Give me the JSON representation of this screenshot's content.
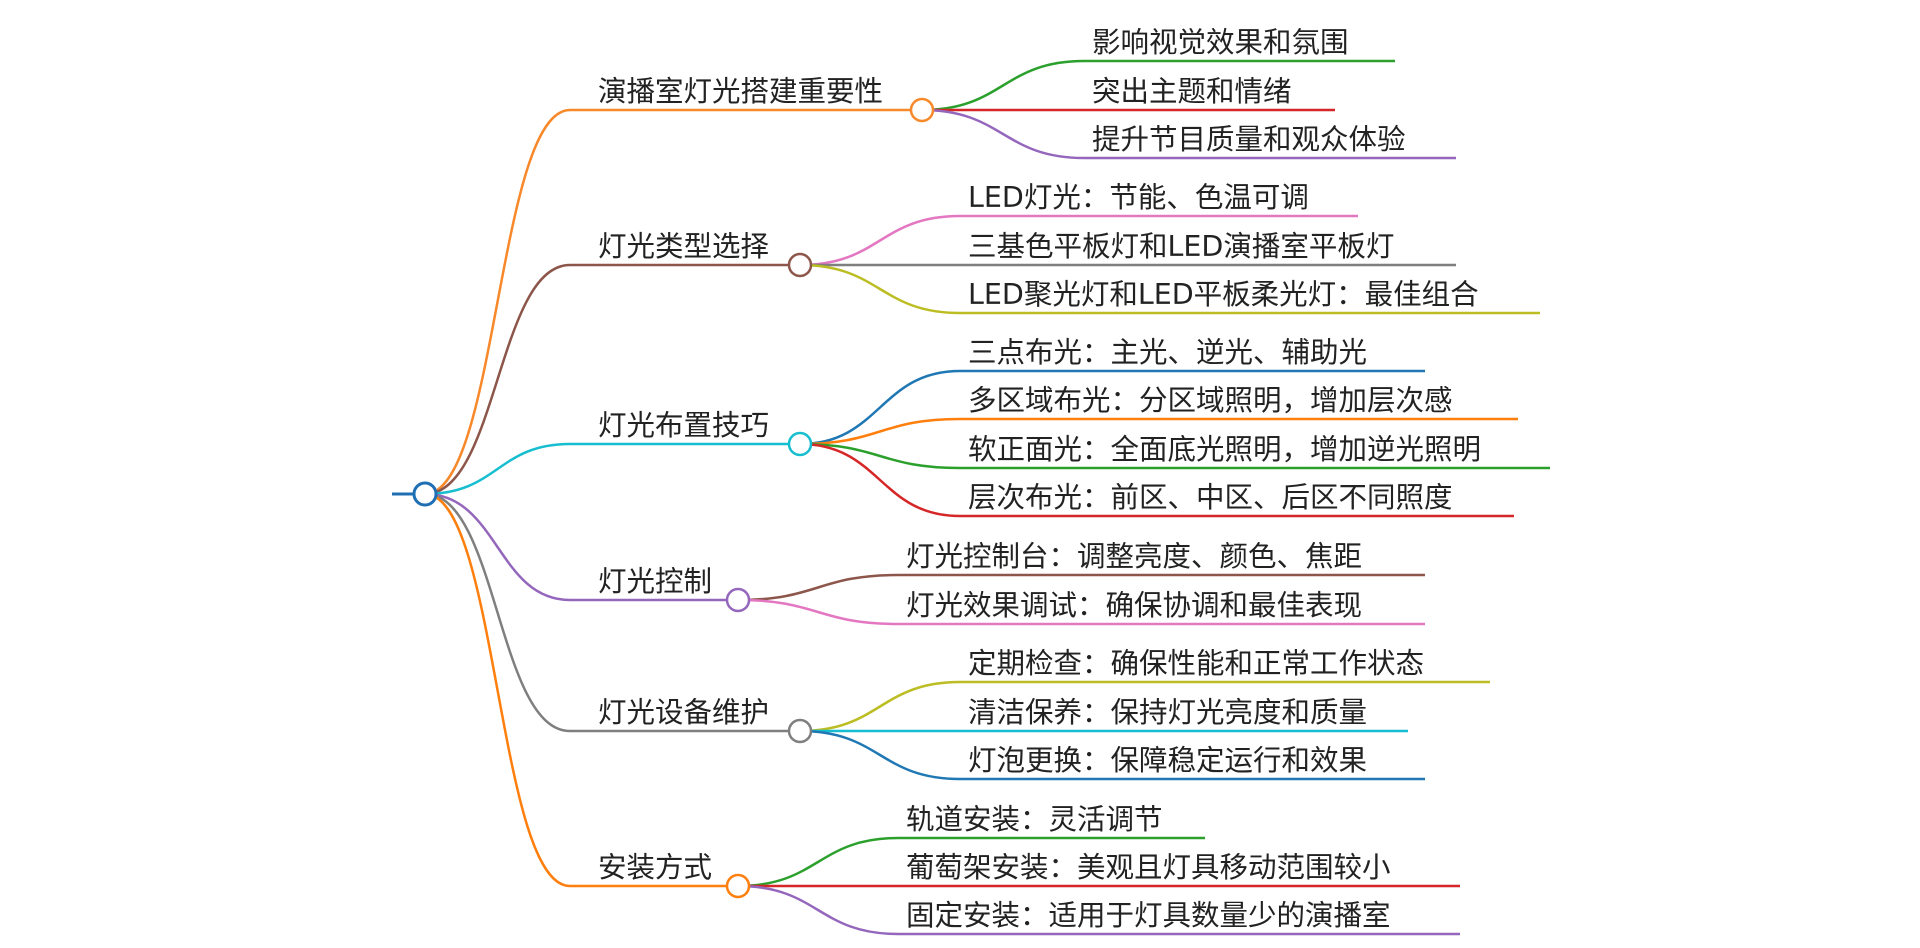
{
  "mindmap": {
    "root_label": "",
    "branches": [
      {
        "label": "演播室灯光搭建重要性",
        "color": "#f7892b",
        "children": [
          {
            "label": "影响视觉效果和氛围",
            "color": "#2ca02c"
          },
          {
            "label": "突出主题和情绪",
            "color": "#d62728"
          },
          {
            "label": "提升节目质量和观众体验",
            "color": "#9467bd"
          }
        ]
      },
      {
        "label": "灯光类型选择",
        "color": "#8c564b",
        "children": [
          {
            "label": "LED灯光：节能、色温可调",
            "color": "#e377c2"
          },
          {
            "label": "三基色平板灯和LED演播室平板灯",
            "color": "#7f7f7f"
          },
          {
            "label": "LED聚光灯和LED平板柔光灯：最佳组合",
            "color": "#bcbd22"
          }
        ]
      },
      {
        "label": "灯光布置技巧",
        "color": "#17becf",
        "children": [
          {
            "label": "三点布光：主光、逆光、辅助光",
            "color": "#1f77b4"
          },
          {
            "label": "多区域布光：分区域照明，增加层次感",
            "color": "#ff7f0e"
          },
          {
            "label": "软正面光：全面底光照明，增加逆光照明",
            "color": "#2ca02c"
          },
          {
            "label": "层次布光：前区、中区、后区不同照度",
            "color": "#d62728"
          }
        ]
      },
      {
        "label": "灯光控制",
        "color": "#9467bd",
        "children": [
          {
            "label": "灯光控制台：调整亮度、颜色、焦距",
            "color": "#8c564b"
          },
          {
            "label": "灯光效果调试：确保协调和最佳表现",
            "color": "#e377c2"
          }
        ]
      },
      {
        "label": "灯光设备维护",
        "color": "#7f7f7f",
        "children": [
          {
            "label": "定期检查：确保性能和正常工作状态",
            "color": "#bcbd22"
          },
          {
            "label": "清洁保养：保持灯光亮度和质量",
            "color": "#17becf"
          },
          {
            "label": "灯泡更换：保障稳定运行和效果",
            "color": "#1f77b4"
          }
        ]
      },
      {
        "label": "安装方式",
        "color": "#ff7f0e",
        "children": [
          {
            "label": "轨道安装：灵活调节",
            "color": "#2ca02c"
          },
          {
            "label": "葡萄架安装：美观且灯具移动范围较小",
            "color": "#d62728"
          },
          {
            "label": "固定安装：适用于灯具数量少的演播室",
            "color": "#9467bd"
          }
        ]
      }
    ],
    "root_color": "#1f6fb4"
  }
}
